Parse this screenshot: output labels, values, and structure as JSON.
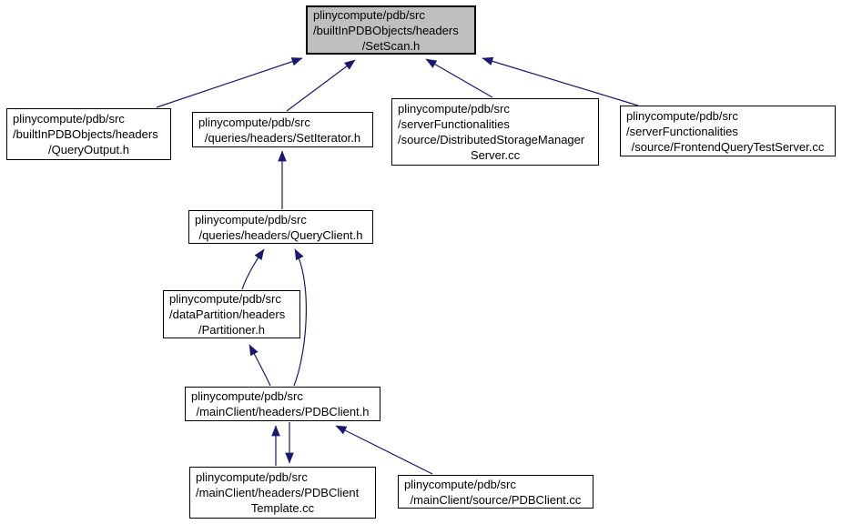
{
  "graph": {
    "nodes": {
      "setScan": {
        "lines": [
          "plinycompute/pdb/src",
          "/builtInPDBObjects/headers",
          "/SetScan.h"
        ],
        "highlighted": true
      },
      "queryOutput": {
        "lines": [
          "plinycompute/pdb/src",
          "/builtInPDBObjects/headers",
          "/QueryOutput.h"
        ],
        "highlighted": false
      },
      "setIterator": {
        "lines": [
          "plinycompute/pdb/src",
          "/queries/headers/SetIterator.h"
        ],
        "highlighted": false
      },
      "distributedStorageManagerServer": {
        "lines": [
          "plinycompute/pdb/src",
          "/serverFunctionalities",
          "/source/DistributedStorageManager",
          "Server.cc"
        ],
        "highlighted": false
      },
      "frontendQueryTestServer": {
        "lines": [
          "plinycompute/pdb/src",
          "/serverFunctionalities",
          "/source/FrontendQueryTestServer.cc"
        ],
        "highlighted": false
      },
      "queryClient": {
        "lines": [
          "plinycompute/pdb/src",
          "/queries/headers/QueryClient.h"
        ],
        "highlighted": false
      },
      "partitioner": {
        "lines": [
          "plinycompute/pdb/src",
          "/dataPartition/headers",
          "/Partitioner.h"
        ],
        "highlighted": false
      },
      "pdbClient": {
        "lines": [
          "plinycompute/pdb/src",
          "/mainClient/headers/PDBClient.h"
        ],
        "highlighted": false
      },
      "pdbClientTemplate": {
        "lines": [
          "plinycompute/pdb/src",
          "/mainClient/headers/PDBClient",
          "Template.cc"
        ],
        "highlighted": false
      },
      "pdbClientCc": {
        "lines": [
          "plinycompute/pdb/src",
          "/mainClient/source/PDBClient.cc"
        ],
        "highlighted": false
      }
    },
    "edges": [
      {
        "from": "queryOutput",
        "to": "setScan"
      },
      {
        "from": "setIterator",
        "to": "setScan"
      },
      {
        "from": "distributedStorageManagerServer",
        "to": "setScan"
      },
      {
        "from": "frontendQueryTestServer",
        "to": "setScan"
      },
      {
        "from": "queryClient",
        "to": "setIterator"
      },
      {
        "from": "partitioner",
        "to": "queryClient"
      },
      {
        "from": "pdbClient",
        "to": "queryClient"
      },
      {
        "from": "pdbClient",
        "to": "partitioner"
      },
      {
        "from": "pdbClientTemplate",
        "to": "pdbClient"
      },
      {
        "from": "pdbClient",
        "to": "pdbClientTemplate"
      },
      {
        "from": "pdbClientCc",
        "to": "pdbClient"
      }
    ]
  },
  "colors": {
    "edge": "#191970",
    "node_border": "#000000",
    "node_fill": "#ffffff",
    "highlight_fill": "#bfbfbf",
    "text": "#000000",
    "background": "#ffffff"
  }
}
